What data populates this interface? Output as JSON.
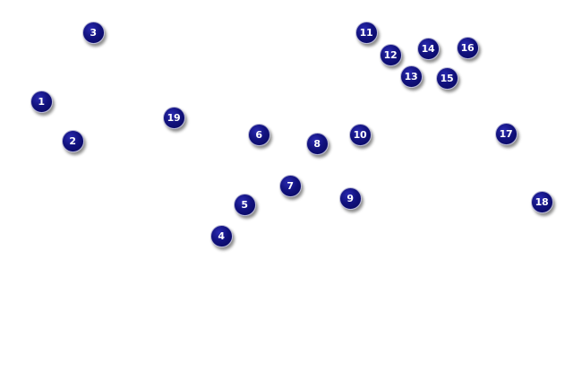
{
  "markers": [
    {
      "id": "1",
      "label": "1"
    },
    {
      "id": "2",
      "label": "2"
    },
    {
      "id": "3",
      "label": "3"
    },
    {
      "id": "4",
      "label": "4"
    },
    {
      "id": "5",
      "label": "5"
    },
    {
      "id": "6",
      "label": "6"
    },
    {
      "id": "7",
      "label": "7"
    },
    {
      "id": "8",
      "label": "8"
    },
    {
      "id": "9",
      "label": "9"
    },
    {
      "id": "10",
      "label": "10"
    },
    {
      "id": "11",
      "label": "11"
    },
    {
      "id": "12",
      "label": "12"
    },
    {
      "id": "13",
      "label": "13"
    },
    {
      "id": "14",
      "label": "14"
    },
    {
      "id": "15",
      "label": "15"
    },
    {
      "id": "16",
      "label": "16"
    },
    {
      "id": "17",
      "label": "17"
    },
    {
      "id": "18",
      "label": "18"
    },
    {
      "id": "19",
      "label": "19"
    }
  ],
  "colors": {
    "marker_fill": "#12127f",
    "marker_text": "#ffffff",
    "background": "#ffffff"
  }
}
